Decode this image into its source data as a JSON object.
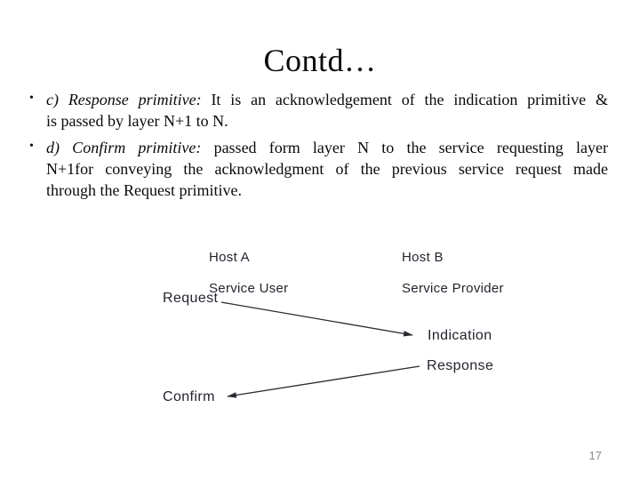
{
  "slide": {
    "title": "Contd…",
    "page_number": "17"
  },
  "bullets": [
    {
      "marker": "•",
      "lines": [
        {
          "justify": true,
          "segments": [
            {
              "italic": true,
              "text": "c) Response primitive:"
            },
            {
              "italic": false,
              "text": " It is an acknowledgement of the indication primitive &"
            }
          ]
        },
        {
          "justify": false,
          "segments": [
            {
              "italic": false,
              "text": "is passed by layer N+1 to N."
            }
          ]
        }
      ]
    },
    {
      "marker": "•",
      "lines": [
        {
          "justify": true,
          "segments": [
            {
              "italic": true,
              "text": "d) Confirm primitive:"
            },
            {
              "italic": false,
              "text": " passed form layer N to the service requesting layer"
            }
          ]
        },
        {
          "justify": true,
          "segments": [
            {
              "italic": false,
              "text": "N+1for conveying the acknowledgment of the previous service request made"
            }
          ]
        },
        {
          "justify": false,
          "segments": [
            {
              "italic": false,
              "text": "through the Request primitive."
            }
          ]
        }
      ]
    }
  ],
  "diagram": {
    "host_a": {
      "line1": "Host A",
      "line2": "Service User"
    },
    "host_b": {
      "line1": "Host B",
      "line2": "Service Provider"
    },
    "labels": {
      "request": "Request",
      "indication": "Indication",
      "response": "Response",
      "confirm": "Confirm"
    }
  },
  "colors": {
    "background": "#ffffff",
    "text": "#0a0a0a",
    "diagram_ink": "#23252e",
    "arrow_line": "#2a2a30",
    "page_number": "#8b8b8b"
  }
}
